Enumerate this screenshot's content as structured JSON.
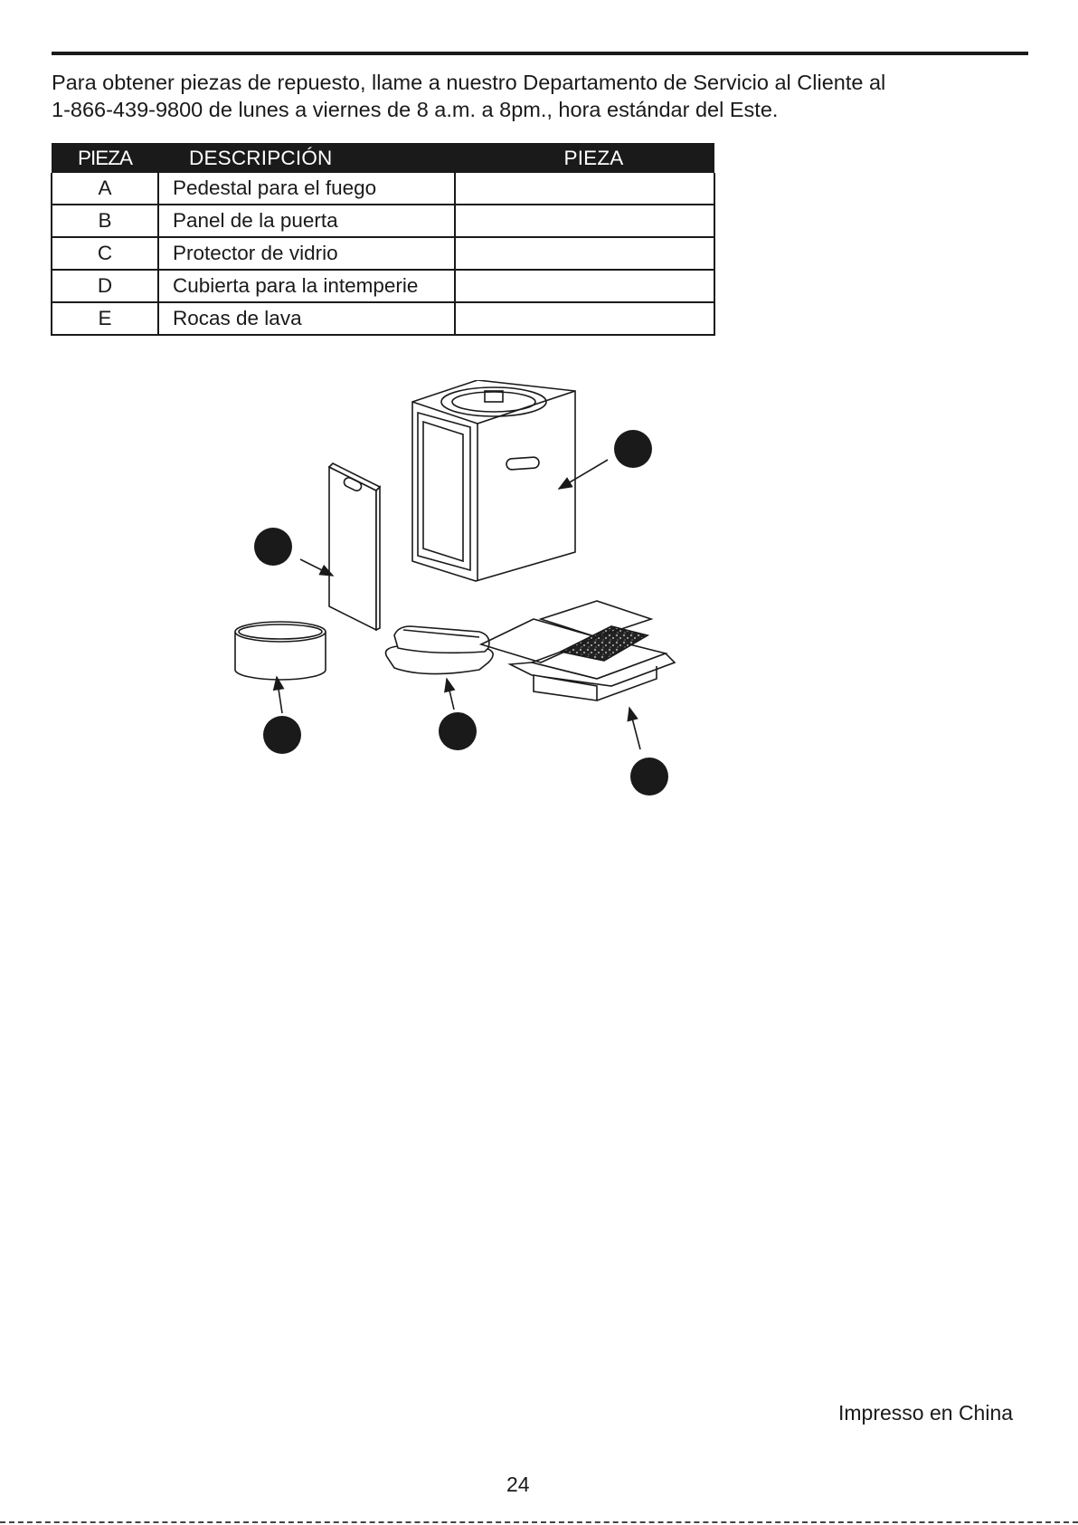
{
  "intro": {
    "line1": "Para obtener piezas de repuesto, llame a nuestro Departamento de Servicio al Cliente al",
    "line2": "1-866-439-9800 de lunes a viernes de 8 a.m. a 8pm., hora estándar del Este."
  },
  "table": {
    "headers": [
      "PIEZA",
      "DESCRIPCIÓN",
      "PIEZA"
    ],
    "rows": [
      {
        "letter": "A",
        "description": "Pedestal para el fuego"
      },
      {
        "letter": "B",
        "description": "Panel de la puerta"
      },
      {
        "letter": "C",
        "description": "Protector de vidrio"
      },
      {
        "letter": "D",
        "description": "Cubierta para la intemperie"
      },
      {
        "letter": "E",
        "description": "Rocas de lava"
      }
    ]
  },
  "footer": {
    "printed_in": "Impresso en China",
    "page_number": "24"
  }
}
